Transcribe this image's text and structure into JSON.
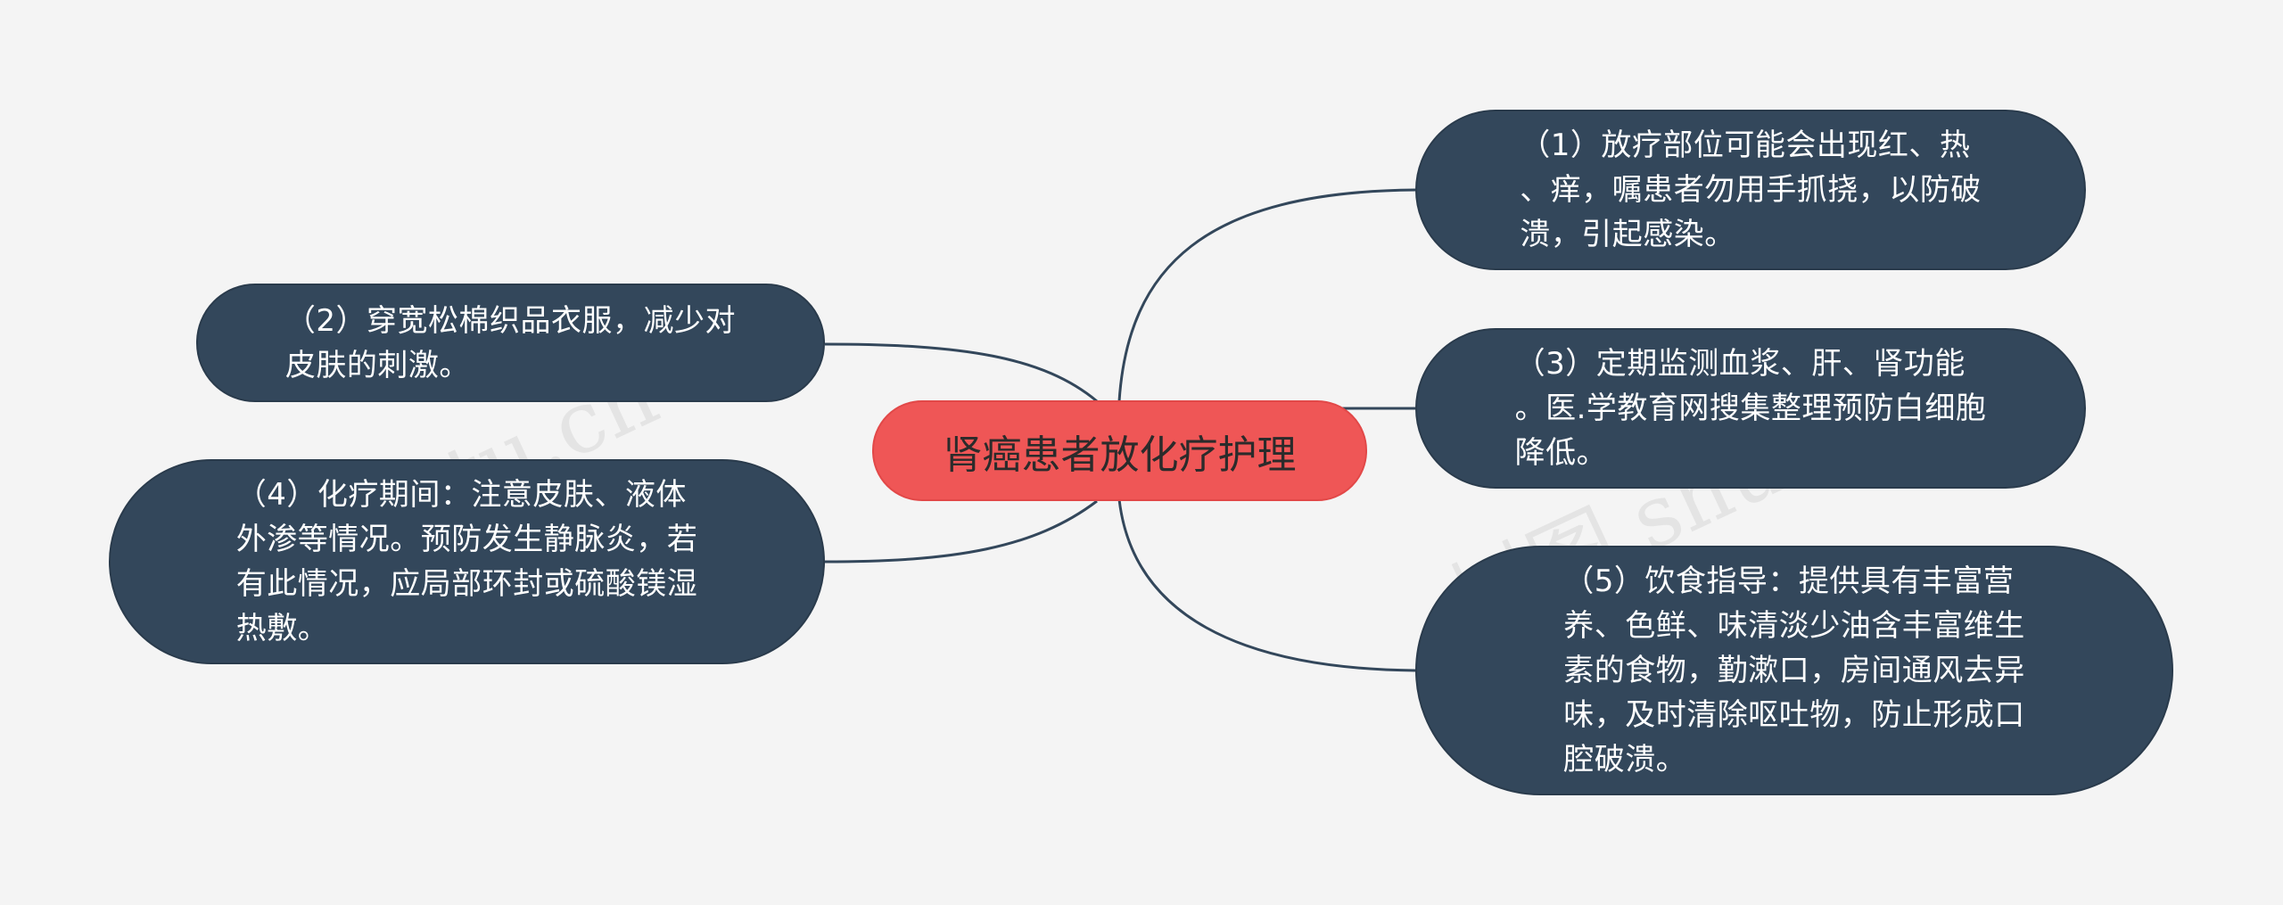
{
  "central_topic": "肾癌患者放化疗护理",
  "nodes": [
    {
      "id": "n1",
      "text": "（1）放疗部位可能会出现红、热\n、痒，嘱患者勿用手抓挠，以防破\n溃，引起感染。"
    },
    {
      "id": "n2",
      "text": "（2）穿宽松棉织品衣服，减少对\n皮肤的刺激。"
    },
    {
      "id": "n3",
      "text": "（3）定期监测血浆、肝、肾功能\n。医.学教育网搜集整理预防白细胞\n降低。"
    },
    {
      "id": "n4",
      "text": "（4）化疗期间：注意皮肤、液体\n外渗等情况。预防发生静脉炎，若\n有此情况，应局部环封或硫酸镁湿\n热敷。"
    },
    {
      "id": "n5",
      "text": "（5）饮食指导：提供具有丰富营\n养、色鲜、味清淡少油含丰富维生\n素的食物，勤漱口，房间通风去异\n味，及时清除呕吐物，防止形成口\n腔破溃。"
    }
  ],
  "watermarks": [
    "shutu.cn",
    "树图 shutu.cn"
  ],
  "colors": {
    "background": "#f4f4f4",
    "node_fill": "#33475b",
    "center_fill": "#ef5656",
    "connector": "#33475b"
  }
}
